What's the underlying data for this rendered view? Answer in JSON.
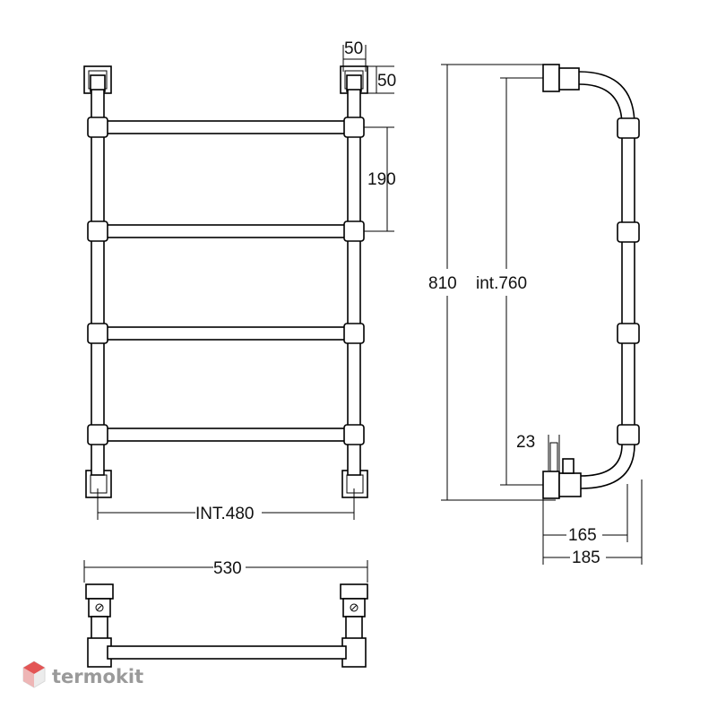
{
  "dimensions": {
    "top_width": "50",
    "top_height": "50",
    "rung_spacing": "190",
    "total_height": "810",
    "internal_height": "int.760",
    "internal_width": "INT.480",
    "overall_width": "530",
    "valve_offset": "23",
    "depth_inner": "165",
    "depth_outer": "185"
  },
  "brand": {
    "name": "termokit",
    "logo_color": "#e23b3b"
  }
}
